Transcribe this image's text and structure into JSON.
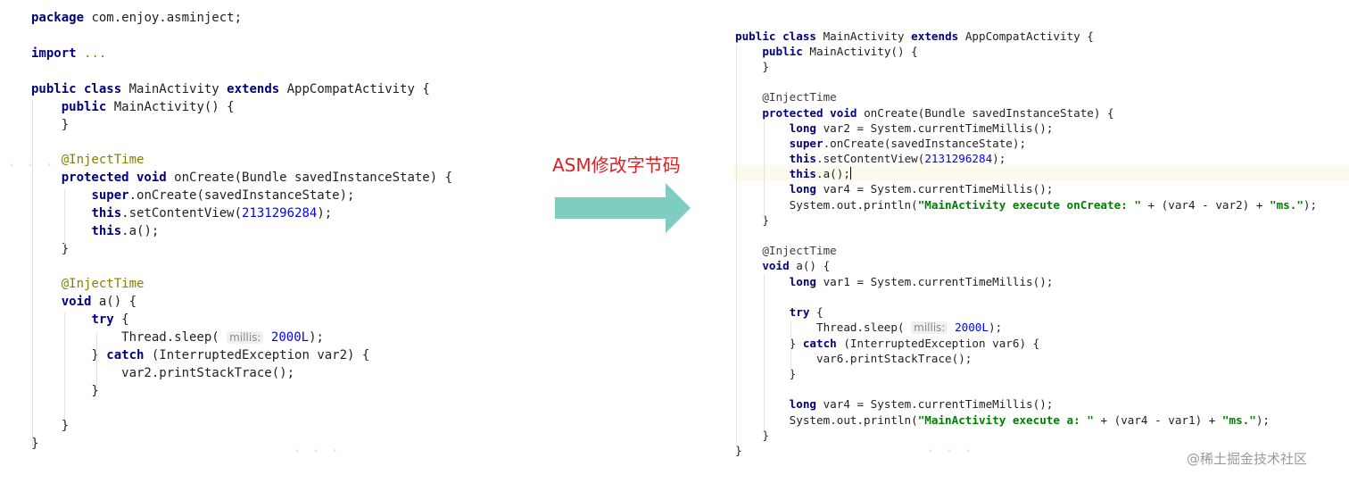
{
  "label": "ASM修改字节码",
  "watermark": "@稀土掘金技术社区",
  "arrow": {
    "color": "#7fcdc1",
    "icon": "right-arrow"
  },
  "colors": {
    "keyword": "#000080",
    "number": "#0000ff",
    "string": "#008000",
    "annotation": "#808000",
    "label": "#e02020"
  },
  "left": {
    "lines": [
      [
        [
          "kw",
          "package"
        ],
        [
          "p",
          " com.enjoy.asminject;"
        ]
      ],
      [
        [
          "kw",
          "import"
        ],
        [
          "p",
          " "
        ],
        [
          "ann",
          "..."
        ]
      ],
      [
        [
          "kw",
          "public class"
        ],
        [
          "p",
          " MainActivity "
        ],
        [
          "kw",
          "extends"
        ],
        [
          "p",
          " AppCompatActivity {"
        ]
      ],
      [
        [
          "p",
          "    "
        ],
        [
          "kw",
          "public"
        ],
        [
          "p",
          " MainActivity() {"
        ]
      ],
      [
        [
          "p",
          "    }"
        ]
      ],
      [
        [
          "p",
          "    "
        ],
        [
          "ann",
          "@InjectTime"
        ]
      ],
      [
        [
          "p",
          "    "
        ],
        [
          "kw",
          "protected void"
        ],
        [
          "p",
          " onCreate(Bundle savedInstanceState) {"
        ]
      ],
      [
        [
          "p",
          "        "
        ],
        [
          "kw",
          "super"
        ],
        [
          "p",
          ".onCreate(savedInstanceState);"
        ]
      ],
      [
        [
          "p",
          "        "
        ],
        [
          "kw",
          "this"
        ],
        [
          "p",
          ".setContentView("
        ],
        [
          "num",
          "2131296284"
        ],
        [
          "p",
          ");"
        ]
      ],
      [
        [
          "p",
          "        "
        ],
        [
          "kw",
          "this"
        ],
        [
          "p",
          ".a();"
        ]
      ],
      [
        [
          "p",
          "    }"
        ]
      ],
      [
        [
          "p",
          "    "
        ],
        [
          "ann",
          "@InjectTime"
        ]
      ],
      [
        [
          "p",
          "    "
        ],
        [
          "kw",
          "void"
        ],
        [
          "p",
          " a() {"
        ]
      ],
      [
        [
          "p",
          "        "
        ],
        [
          "kw",
          "try"
        ],
        [
          "p",
          " {"
        ]
      ],
      [
        [
          "p",
          "            Thread.sleep( "
        ],
        [
          "hint",
          "millis:"
        ],
        [
          "p",
          " "
        ],
        [
          "num",
          "2000L"
        ],
        [
          "p",
          ");"
        ]
      ],
      [
        [
          "p",
          "        } "
        ],
        [
          "kw",
          "catch"
        ],
        [
          "p",
          " (InterruptedException var2) {"
        ]
      ],
      [
        [
          "p",
          "            var2.printStackTrace();"
        ]
      ],
      [
        [
          "p",
          "        }"
        ]
      ],
      [
        [
          "p",
          "    }"
        ]
      ],
      [
        [
          "p",
          "}"
        ]
      ]
    ]
  },
  "right": {
    "lines": [
      [
        [
          "kw",
          "public class"
        ],
        [
          "p",
          " MainActivity "
        ],
        [
          "kw",
          "extends"
        ],
        [
          "p",
          " AppCompatActivity {"
        ]
      ],
      [
        [
          "p",
          "    "
        ],
        [
          "kw",
          "public"
        ],
        [
          "p",
          " MainActivity() {"
        ]
      ],
      [
        [
          "p",
          "    }"
        ]
      ],
      [
        [
          "p",
          "    "
        ],
        [
          "ann-r",
          "@InjectTime"
        ]
      ],
      [
        [
          "p",
          "    "
        ],
        [
          "kw",
          "protected void"
        ],
        [
          "p",
          " onCreate(Bundle savedInstanceState) {"
        ]
      ],
      [
        [
          "p",
          "        "
        ],
        [
          "kw",
          "long"
        ],
        [
          "p",
          " var2 = System.currentTimeMillis();"
        ]
      ],
      [
        [
          "p",
          "        "
        ],
        [
          "kw",
          "super"
        ],
        [
          "p",
          ".onCreate(savedInstanceState);"
        ]
      ],
      [
        [
          "p",
          "        "
        ],
        [
          "kw",
          "this"
        ],
        [
          "p",
          ".setContentView("
        ],
        [
          "num",
          "2131296284"
        ],
        [
          "p",
          ");"
        ]
      ],
      [
        [
          "p",
          "        "
        ],
        [
          "kw",
          "this"
        ],
        [
          "p",
          ".a();"
        ],
        [
          "caret",
          ""
        ]
      ],
      [
        [
          "p",
          "        "
        ],
        [
          "kw",
          "long"
        ],
        [
          "p",
          " var4 = System.currentTimeMillis();"
        ]
      ],
      [
        [
          "p",
          "        System.out.println("
        ],
        [
          "str",
          "\"MainActivity execute onCreate: \""
        ],
        [
          "p",
          " + (var4 - var2) + "
        ],
        [
          "str",
          "\"ms.\""
        ],
        [
          "p",
          ");"
        ]
      ],
      [
        [
          "p",
          "    }"
        ]
      ],
      [
        [
          "p",
          "    "
        ],
        [
          "ann-r",
          "@InjectTime"
        ]
      ],
      [
        [
          "p",
          "    "
        ],
        [
          "kw",
          "void"
        ],
        [
          "p",
          " a() {"
        ]
      ],
      [
        [
          "p",
          "        "
        ],
        [
          "kw",
          "long"
        ],
        [
          "p",
          " var1 = System.currentTimeMillis();"
        ]
      ],
      [
        [
          "p",
          "        "
        ],
        [
          "kw",
          "try"
        ],
        [
          "p",
          " {"
        ]
      ],
      [
        [
          "p",
          "            Thread.sleep( "
        ],
        [
          "hint",
          "millis:"
        ],
        [
          "p",
          " "
        ],
        [
          "num",
          "2000L"
        ],
        [
          "p",
          ");"
        ]
      ],
      [
        [
          "p",
          "        } "
        ],
        [
          "kw",
          "catch"
        ],
        [
          "p",
          " (InterruptedException var6) {"
        ]
      ],
      [
        [
          "p",
          "            var6.printStackTrace();"
        ]
      ],
      [
        [
          "p",
          "        }"
        ]
      ],
      [
        [
          "p",
          "        "
        ],
        [
          "kw",
          "long"
        ],
        [
          "p",
          " var4 = System.currentTimeMillis();"
        ]
      ],
      [
        [
          "p",
          "        System.out.println("
        ],
        [
          "str",
          "\"MainActivity execute a: \""
        ],
        [
          "p",
          " + (var4 - var1) + "
        ],
        [
          "str",
          "\"ms.\""
        ],
        [
          "p",
          ");"
        ]
      ],
      [
        [
          "p",
          "    }"
        ]
      ],
      [
        [
          "p",
          "}"
        ]
      ]
    ]
  }
}
